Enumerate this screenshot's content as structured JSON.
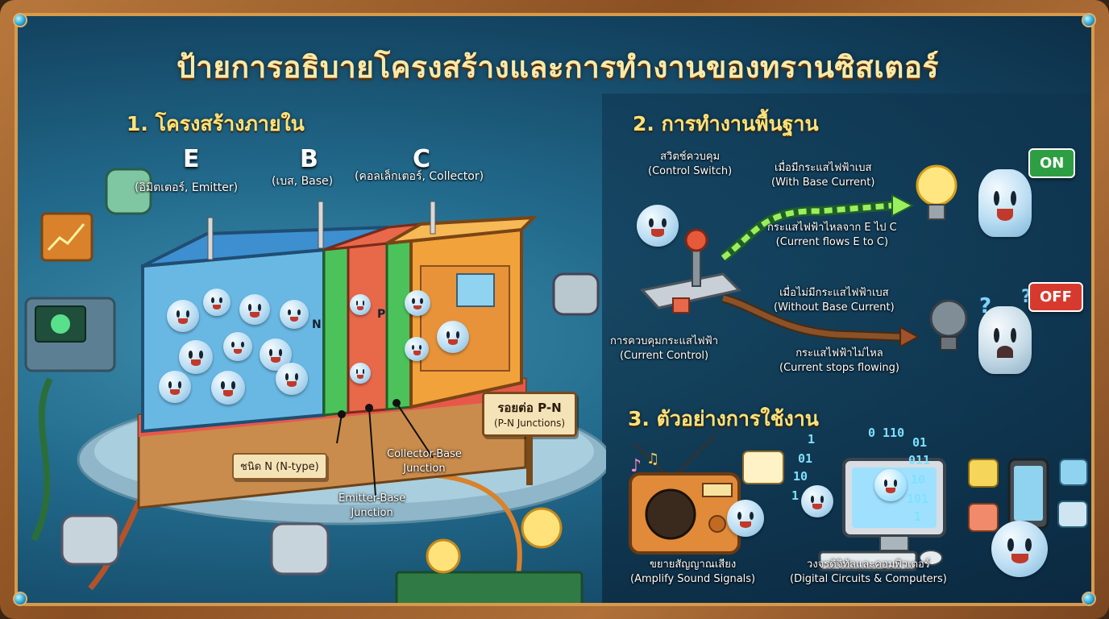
{
  "title": "ป้ายการอธิบายโครงสร้างและการทำงานของทรานซิสเตอร์",
  "section1": {
    "heading": "1. โครงสร้างภายใน",
    "emitter": {
      "letter": "E",
      "desc": "(อิมิตเตอร์, Emitter)"
    },
    "base": {
      "letter": "B",
      "desc": "(เบส, Base)"
    },
    "collector": {
      "letter": "C",
      "desc": "(คอลเล็กเตอร์, Collector)"
    },
    "layer_n": "N",
    "layer_p": "P",
    "ntype_tag": "ชนิด N (N-type)",
    "pn_sign_line1": "รอยต่อ P-N",
    "pn_sign_line2": "(P-N Junctions)",
    "collector_base": "Collector-Base\nJunction",
    "emitter_base": "Emitter-Base\nJunction"
  },
  "section2": {
    "heading": "2. การทำงานพื้นฐาน",
    "control_switch_th": "สวิตช์ควบคุม",
    "control_switch_en": "(Control Switch)",
    "with_base_th": "เมื่อมีกระแสไฟฟ้าเบส",
    "with_base_en": "(With Base Current)",
    "flows_th": "กระแสไฟฟ้าไหลจาก E ไป C",
    "flows_en": "(Current flows E to C)",
    "without_base_th": "เมื่อไม่มีกระแสไฟฟ้าเบส",
    "without_base_en": "(Without Base Current)",
    "control_th": "การควบคุมกระแสไฟฟ้า",
    "control_en": "(Current Control)",
    "stops_th": "กระแสไฟฟ้าไม่ไหล",
    "stops_en": "(Current stops flowing)",
    "on_sign": "ON",
    "off_sign": "OFF"
  },
  "section3": {
    "heading": "3. ตัวอย่างการใช้งาน",
    "amplify_th": "ขยายสัญญาณเสียง",
    "amplify_en": "(Amplify Sound Signals)",
    "digital_th": "วงจรดิจิทัลและคอมพิวเตอร์",
    "digital_en": "(Digital Circuits & Computers)",
    "binary": [
      "0 110",
      "1",
      "01",
      "10",
      "011",
      "01",
      "10",
      "101",
      "1",
      "1"
    ]
  },
  "colors": {
    "emitter": "#3d8fd0",
    "base": "#e8684a",
    "collector": "#f2a23a",
    "junction": "#4cc35a",
    "on": "#2e9e42",
    "off": "#d63a2e",
    "title": "#fbe9a6",
    "section_heading": "#ffe27a"
  },
  "icons": [
    "robot-icon",
    "lightbulb-icon",
    "radio-icon",
    "computer-icon",
    "smartphone-icon",
    "music-note-icon",
    "question-mark-icon",
    "arrow-icon"
  ]
}
